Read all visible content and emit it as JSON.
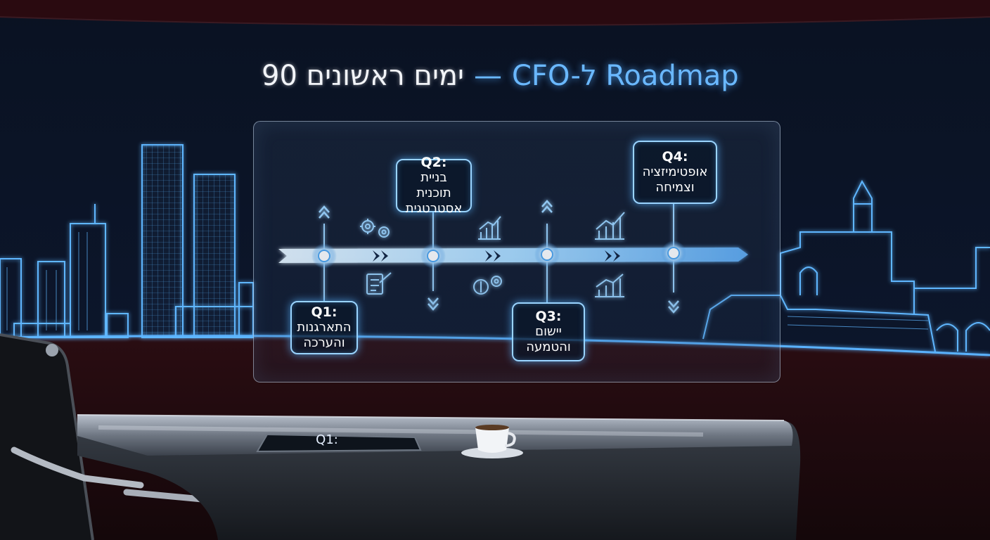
{
  "title": {
    "hebrew": "90 ימים ראשונים",
    "dash": "—",
    "english": "CFO-ל Roadmap"
  },
  "quarters": [
    {
      "label": "Q1:",
      "lines": [
        "התארגנות",
        "והערכה"
      ]
    },
    {
      "label": "Q2:",
      "lines": [
        "בניית תוכנית",
        "אסטרטגית"
      ]
    },
    {
      "label": "Q3:",
      "lines": [
        "יישום",
        "והטמעה"
      ]
    },
    {
      "label": "Q4:",
      "lines": [
        "אופטימיזציה",
        "וצמיחה"
      ]
    }
  ],
  "tablet": {
    "text": "Q1:"
  },
  "colors": {
    "glow": "#6ab8ff",
    "node": "#cfeaff",
    "wall": "#0b1426",
    "desk": "#8d96a4"
  },
  "icons": [
    "gears-icon",
    "bar-chart-up-icon",
    "checklist-clipboard-icon",
    "dollar-gear-icon",
    "chevron-up-icon",
    "chevron-down-icon"
  ]
}
